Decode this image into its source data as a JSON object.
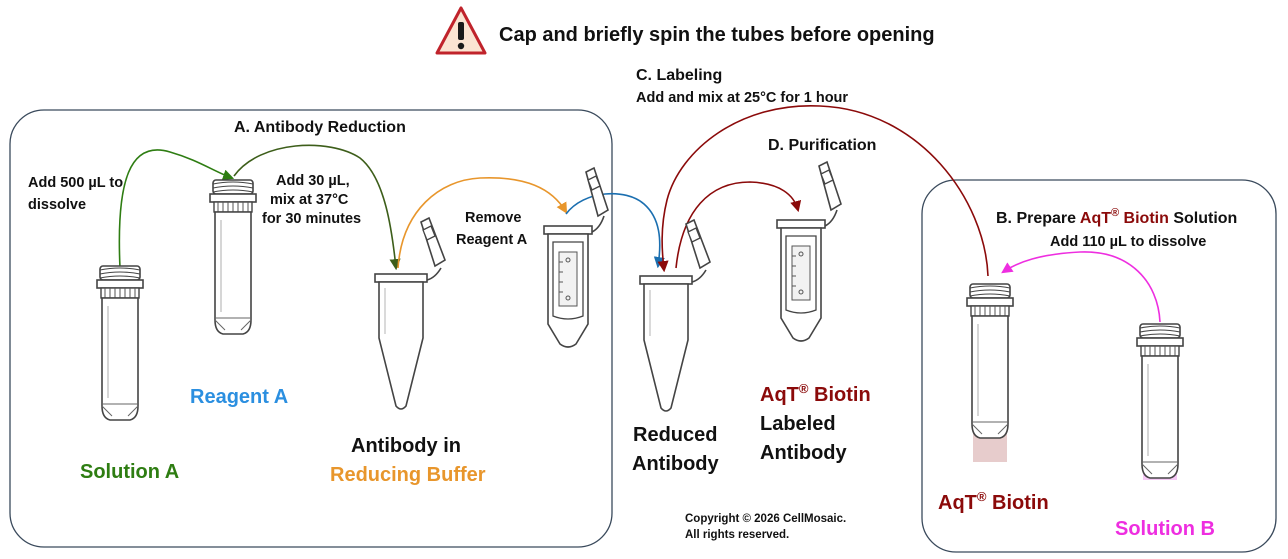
{
  "warning": {
    "text": "Cap and briefly spin the tubes before opening",
    "icon": "warning-triangle-icon"
  },
  "steps": {
    "labeling": {
      "title": "C. Labeling",
      "instruction": "Add and mix at 25°C for 1 hour"
    },
    "reduction": {
      "title": "A. Antibody Reduction",
      "add_solution": [
        "Add 500 µL to",
        "dissolve"
      ],
      "add_reagent": [
        "Add 30 µL,",
        "mix at 37°C",
        "for 30 minutes"
      ],
      "remove_reagent": [
        "Remove",
        "Reagent A"
      ]
    },
    "purification": {
      "title": "D. Purification"
    },
    "prepare": {
      "title_prefix": "B. Prepare ",
      "title_brand": "AqT",
      "title_mark": "®",
      "title_product": " Biotin",
      "title_suffix": " Solution",
      "instruction": "Add 110 µL to dissolve"
    }
  },
  "labels": {
    "solution_a": "Solution A",
    "reagent_a": "Reagent A",
    "antibody_in": "Antibody in",
    "reducing_buffer": "Reducing Buffer",
    "reduced": "Reduced",
    "antibody": "Antibody",
    "aqt_brand": "AqT",
    "aqt_mark": "®",
    "aqt_product": " Biotin",
    "labeled": "Labeled",
    "labeled_antibody": "Antibody",
    "aqt_biotin_brand": "AqT",
    "aqt_biotin_mark": "®",
    "aqt_biotin_product": " Biotin",
    "solution_b": "Solution B"
  },
  "copyright": {
    "line1": "Copyright © 2026 CellMosaic.",
    "line2": "All rights reserved."
  },
  "colors": {
    "green": "#2e7d12",
    "dark_green": "#3d5e1a",
    "blue": "#2b8fe0",
    "orange": "#e8962c",
    "teal_blue": "#1b6fb0",
    "dark_red": "#8b0a0a",
    "magenta": "#ee2ee0",
    "frame": "#3a4a5c"
  }
}
